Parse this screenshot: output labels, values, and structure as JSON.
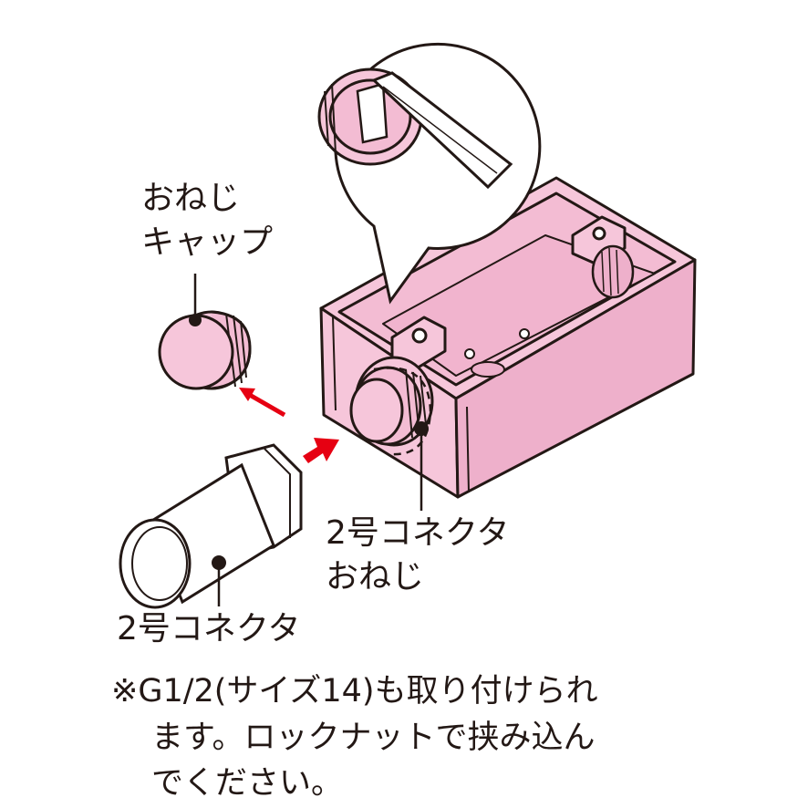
{
  "labels": {
    "cap_line1": "おねじ",
    "cap_line2": "キャップ",
    "male_line1": "2号コネクタ",
    "male_line2": "おねじ",
    "connector": "2号コネクタ"
  },
  "note": {
    "line1": "※G1/2(サイズ14)も取り付けられ",
    "line2": "ます。ロックナットで挟み込ん",
    "line3": "でください。"
  },
  "colors": {
    "box_fill": "#f6c6da",
    "box_shade": "#eeb0cb",
    "stroke": "#231815",
    "arrow": "#e60012",
    "background": "#ffffff"
  }
}
